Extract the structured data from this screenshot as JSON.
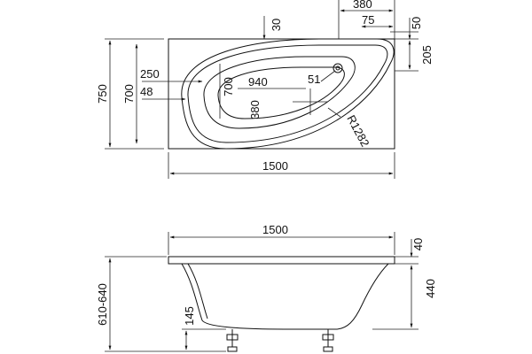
{
  "top_view": {
    "overall_length": "1500",
    "overall_width": "750",
    "inner_width": "700",
    "basin_width": "700",
    "offset_250": "250",
    "offset_48": "48",
    "offset_30": "30",
    "length_940": "940",
    "radius_51": "51",
    "offset_380": "380",
    "radius_label": "R1282",
    "corner_380": "380",
    "corner_75": "75",
    "corner_50": "50",
    "corner_205": "205"
  },
  "side_view": {
    "overall_length": "1500",
    "rim_height": "40",
    "body_height": "440",
    "total_height": "610-640",
    "leg_height": "145"
  },
  "line_color": "#111111"
}
